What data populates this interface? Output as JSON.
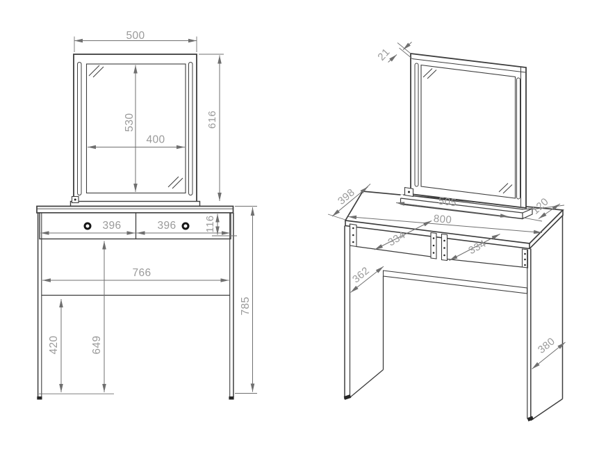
{
  "drawing": {
    "type": "furniture technical drawing - dressing table with mirror",
    "views": {
      "left": "front orthographic view",
      "right": "perspective view"
    },
    "front_view": {
      "mirror_width": "500",
      "glass_height": "530",
      "glass_width": "400",
      "mirror_total_height": "616",
      "left_drawer_width": "396",
      "right_drawer_width": "396",
      "drawer_front_height": "116",
      "inner_width": "766",
      "table_total_height": "785",
      "floor_to_rail": "420",
      "floor_to_drawer_bottom": "649"
    },
    "perspective_view": {
      "frame_thickness": "21",
      "top_depth": "398",
      "mirror_base_width": "505",
      "mirror_base_depth": "120",
      "top_width": "800",
      "left_opening_width": "334",
      "right_opening_width": "334",
      "side_opening_height": "362",
      "side_panel_depth": "380"
    },
    "colors": {
      "outline": "#3d3d3d",
      "dimension_line": "#6f6f6f",
      "dimension_text": "#9a9a9a",
      "background": "#ffffff",
      "feet_and_knobs": "#262626"
    }
  }
}
